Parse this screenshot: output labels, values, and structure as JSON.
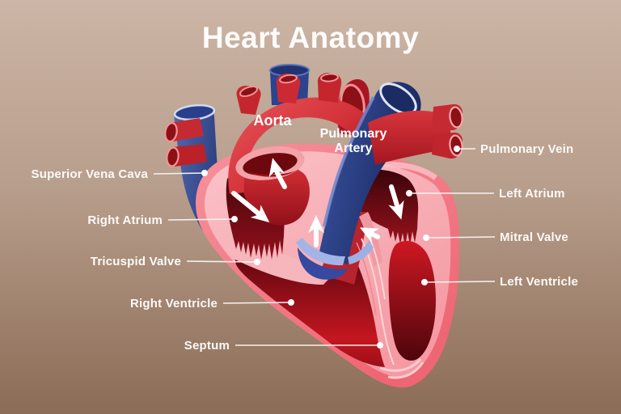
{
  "title": "Heart Anatomy",
  "heart_labels": {
    "aorta": "Aorta",
    "pulmonary_artery_line1": "Pulmonary",
    "pulmonary_artery_line2": "Artery"
  },
  "left_labels": [
    {
      "text": "Superior Vena Cava"
    },
    {
      "text": "Right Atrium"
    },
    {
      "text": "Tricuspid Valve"
    },
    {
      "text": "Right Ventricle"
    },
    {
      "text": "Septum"
    }
  ],
  "right_labels": [
    {
      "text": "Pulmonary Vein"
    },
    {
      "text": "Left Atrium"
    },
    {
      "text": "Mitral Valve"
    },
    {
      "text": "Left Ventricle"
    }
  ],
  "colors": {
    "background_top": "#cdb6a7",
    "background_bottom": "#8a6a53",
    "artery_red": "#d63036",
    "vein_blue": "#3352a2",
    "heart_wall_pink": "#f0707e",
    "heart_wall_inner_pink": "#f8b7bd",
    "chamber_dark_red": "#4a060d",
    "chamber_bright_red": "#c8161f",
    "label_text": "#fdfcfb",
    "flow_arrow": "#ffffff"
  }
}
